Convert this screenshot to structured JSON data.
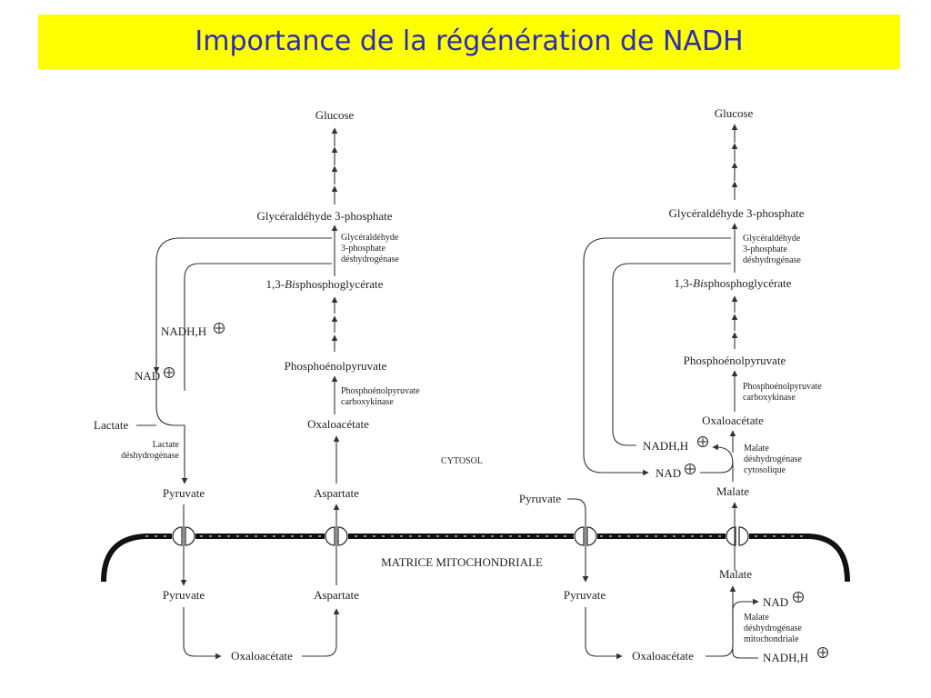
{
  "title": "Importance de la régénération de NADH",
  "left": {
    "glucose": "Glucose",
    "g3p": "Glycéraldéhyde 3-phosphate",
    "g3pdh": [
      "Glycéraldéhyde",
      "3-phosphate",
      "déshydrogénase"
    ],
    "bpg_pre": "1,3-",
    "bpg_ital": "Bis",
    "bpg_post": "phosphoglycérate",
    "nadh": "NADH,H",
    "nad": "NAD",
    "pep": "Phosphoénolpyruvate",
    "pepck": [
      "Phosphoénolpyruvate",
      "carboxykinase"
    ],
    "lactate": "Lactate",
    "ldh": [
      "Lactate",
      "déshydrogénase"
    ],
    "oaa_cyto": "Oxaloacétate",
    "pyruvate_cyto": "Pyruvate",
    "aspartate_cyto": "Aspartate",
    "pyruvate_mito": "Pyruvate",
    "aspartate_mito": "Aspartate",
    "oaa_mito": "Oxaloacétate"
  },
  "cytosol": "CYTOSOL",
  "matrix": "MATRICE MITOCHONDRIALE",
  "right": {
    "glucose": "Glucose",
    "g3p": "Glycéraldéhyde 3-phosphate",
    "g3pdh": [
      "Glycéraldéhyde",
      "3-phosphate",
      "déshydrogénase"
    ],
    "bpg_pre": "1,3-",
    "bpg_ital": "Bis",
    "bpg_post": "phosphoglycérate",
    "pep": "Phosphoénolpyruvate",
    "pepck": [
      "Phosphoénolpyruvate",
      "carboxykinase"
    ],
    "oaa_cyto": "Oxaloacétate",
    "nadh_cyto": "NADH,H",
    "nad_cyto": "NAD",
    "mdh_cyto": [
      "Malate",
      "déshydrogénase",
      "cytosolique"
    ],
    "malate_cyto": "Malate",
    "pyruvate_cyto": "Pyruvate",
    "pyruvate_mito": "Pyruvate",
    "malate_mito": "Malate",
    "nad_mito": "NAD",
    "mdh_mito": [
      "Malate",
      "déshydrogénase",
      "mitochondriale"
    ],
    "oaa_mito": "Oxaloacétate",
    "nadh_mito": "NADH,H"
  }
}
